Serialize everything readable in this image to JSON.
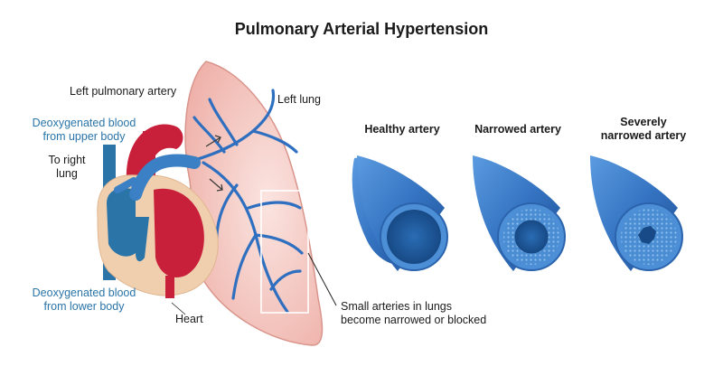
{
  "title": "Pulmonary Arterial Hypertension",
  "labels": {
    "left_pulmonary_artery": "Left pulmonary artery",
    "left_lung": "Left lung",
    "deoxy_upper_1": "Deoxygenated blood",
    "deoxy_upper_2": "from upper body",
    "to_right_lung_1": "To right",
    "to_right_lung_2": "lung",
    "deoxy_lower_1": "Deoxygenated blood",
    "deoxy_lower_2": "from lower body",
    "heart": "Heart",
    "small_arteries_1": "Small arteries in lungs",
    "small_arteries_2": "become narrowed or blocked"
  },
  "arteries": {
    "healthy": "Healthy artery",
    "narrowed": "Narrowed artery",
    "severe_1": "Severely",
    "severe_2": "narrowed artery"
  },
  "colors": {
    "deoxygenated": "#2a74a8",
    "lung": "#f3c6c0",
    "heart_red": "#c8203a",
    "vessel_blue": "#3b7fc4"
  }
}
